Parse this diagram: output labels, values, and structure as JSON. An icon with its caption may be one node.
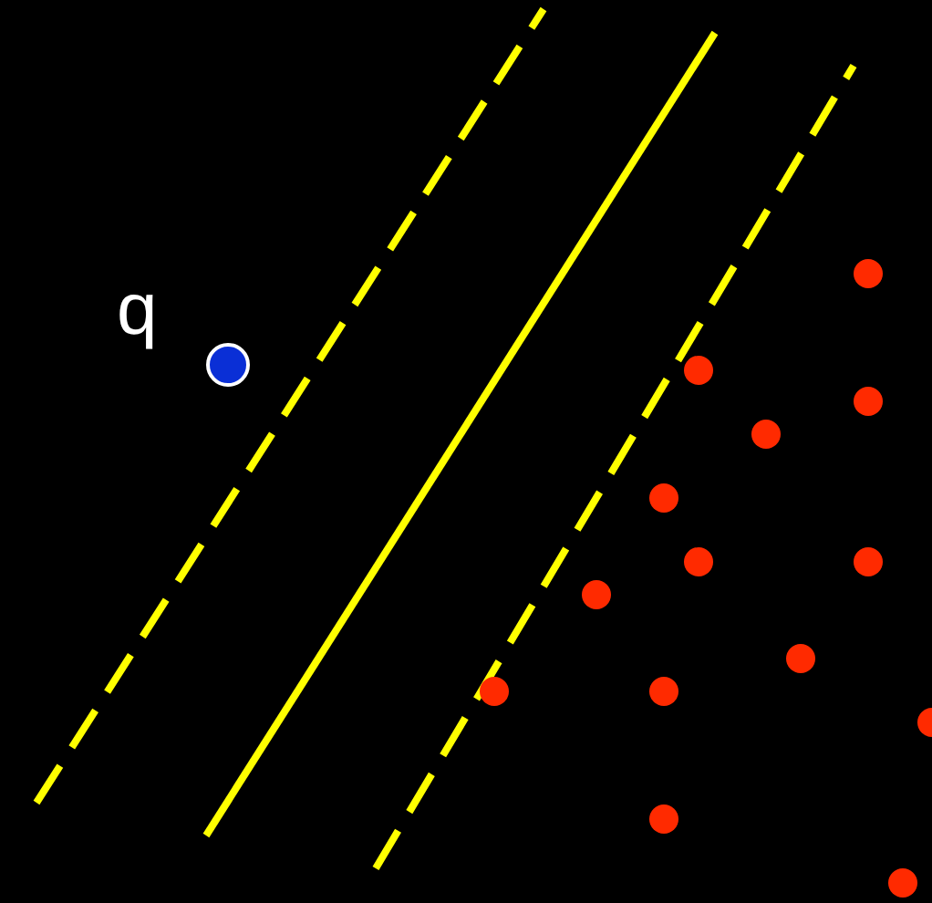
{
  "diagram": {
    "nodes": [
      {
        "text": [],
        "shape": "circle",
        "beside": [
          "q"
        ]
      },
      {
        "text": [],
        "shape": "circle"
      },
      {
        "text": [],
        "shape": "circle"
      },
      {
        "text": [],
        "shape": "circle"
      },
      {
        "text": [],
        "shape": "circle"
      },
      {
        "text": [],
        "shape": "circle"
      },
      {
        "text": [],
        "shape": "circle"
      },
      {
        "text": [],
        "shape": "circle"
      },
      {
        "text": [],
        "shape": "circle"
      },
      {
        "text": [],
        "shape": "circle"
      },
      {
        "text": [],
        "shape": "circle"
      },
      {
        "text": [],
        "shape": "circle"
      },
      {
        "text": [],
        "shape": "circle"
      },
      {
        "text": [],
        "shape": "circle"
      },
      {
        "text": [],
        "shape": "circle"
      }
    ]
  }
}
